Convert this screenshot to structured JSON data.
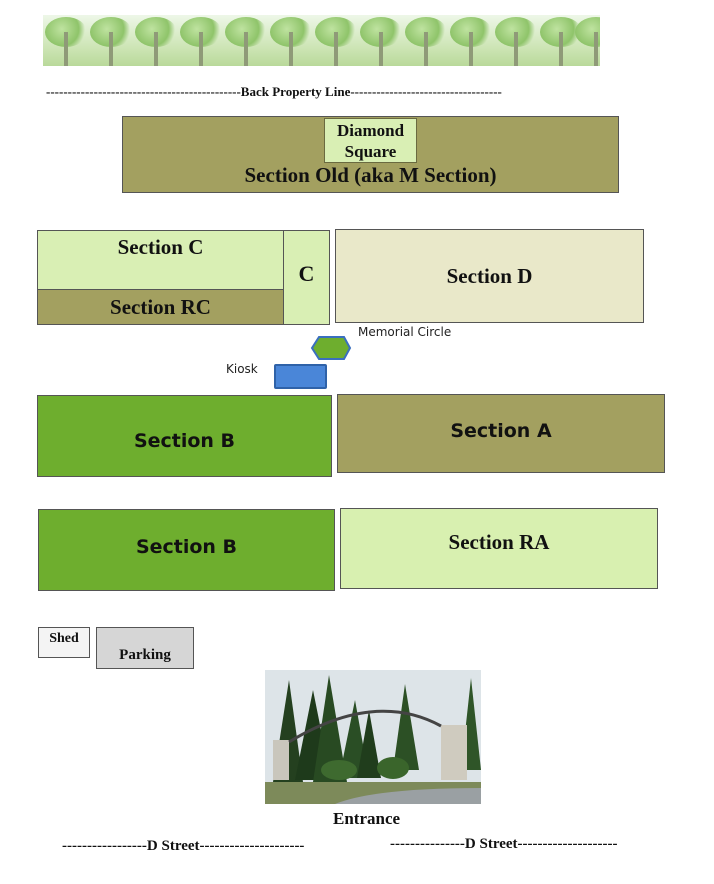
{
  "map": {
    "back_property_line": "---------------------------------------------Back Property Line-----------------------------------",
    "diamond_square": "Diamond Square",
    "section_old": "Section Old (aka M Section)",
    "section_c": "Section C",
    "section_c_short": "C",
    "section_rc": "Section RC",
    "section_d": "Section D",
    "memorial_circle": "Memorial Circle",
    "kiosk": "Kiosk",
    "section_b_upper": "Section B",
    "section_a": "Section A",
    "section_b_lower": "Section B",
    "section_ra": "Section RA",
    "shed": "Shed",
    "parking": "Parking",
    "entrance": "Entrance",
    "d_street_left": "-----------------D Street---------------------",
    "d_street_right": "---------------D Street--------------------"
  },
  "colors": {
    "olive": "#a3a060",
    "light_green": "#d9efb4",
    "pale_yellow": "#e9e8c9",
    "green": "#6eae2e",
    "light_lime": "#d8f0b0",
    "blue": "#4a86d8",
    "gray": "#d6d6d6"
  }
}
